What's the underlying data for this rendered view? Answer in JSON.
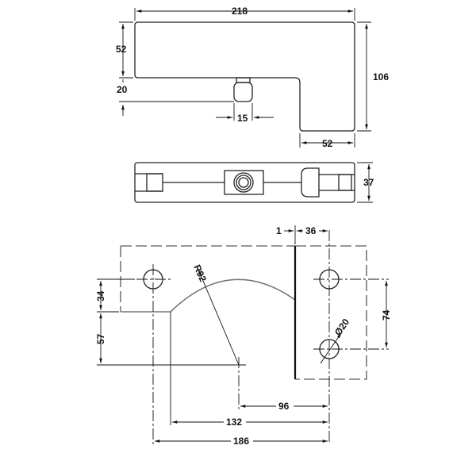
{
  "top_view": {
    "width": "218",
    "height": "106",
    "left_height": "52",
    "offset": "20",
    "knob": "15",
    "right_width": "52"
  },
  "side_view": {
    "thickness": "37"
  },
  "bottom_view": {
    "gap": "1",
    "hole_offset": "36",
    "radius": "R92",
    "hole_dia": "Ø20",
    "hole_spacing": "74",
    "upper_offset": "34",
    "lower_offset": "57",
    "dist_96": "96",
    "dist_132": "132",
    "dist_186": "186"
  }
}
